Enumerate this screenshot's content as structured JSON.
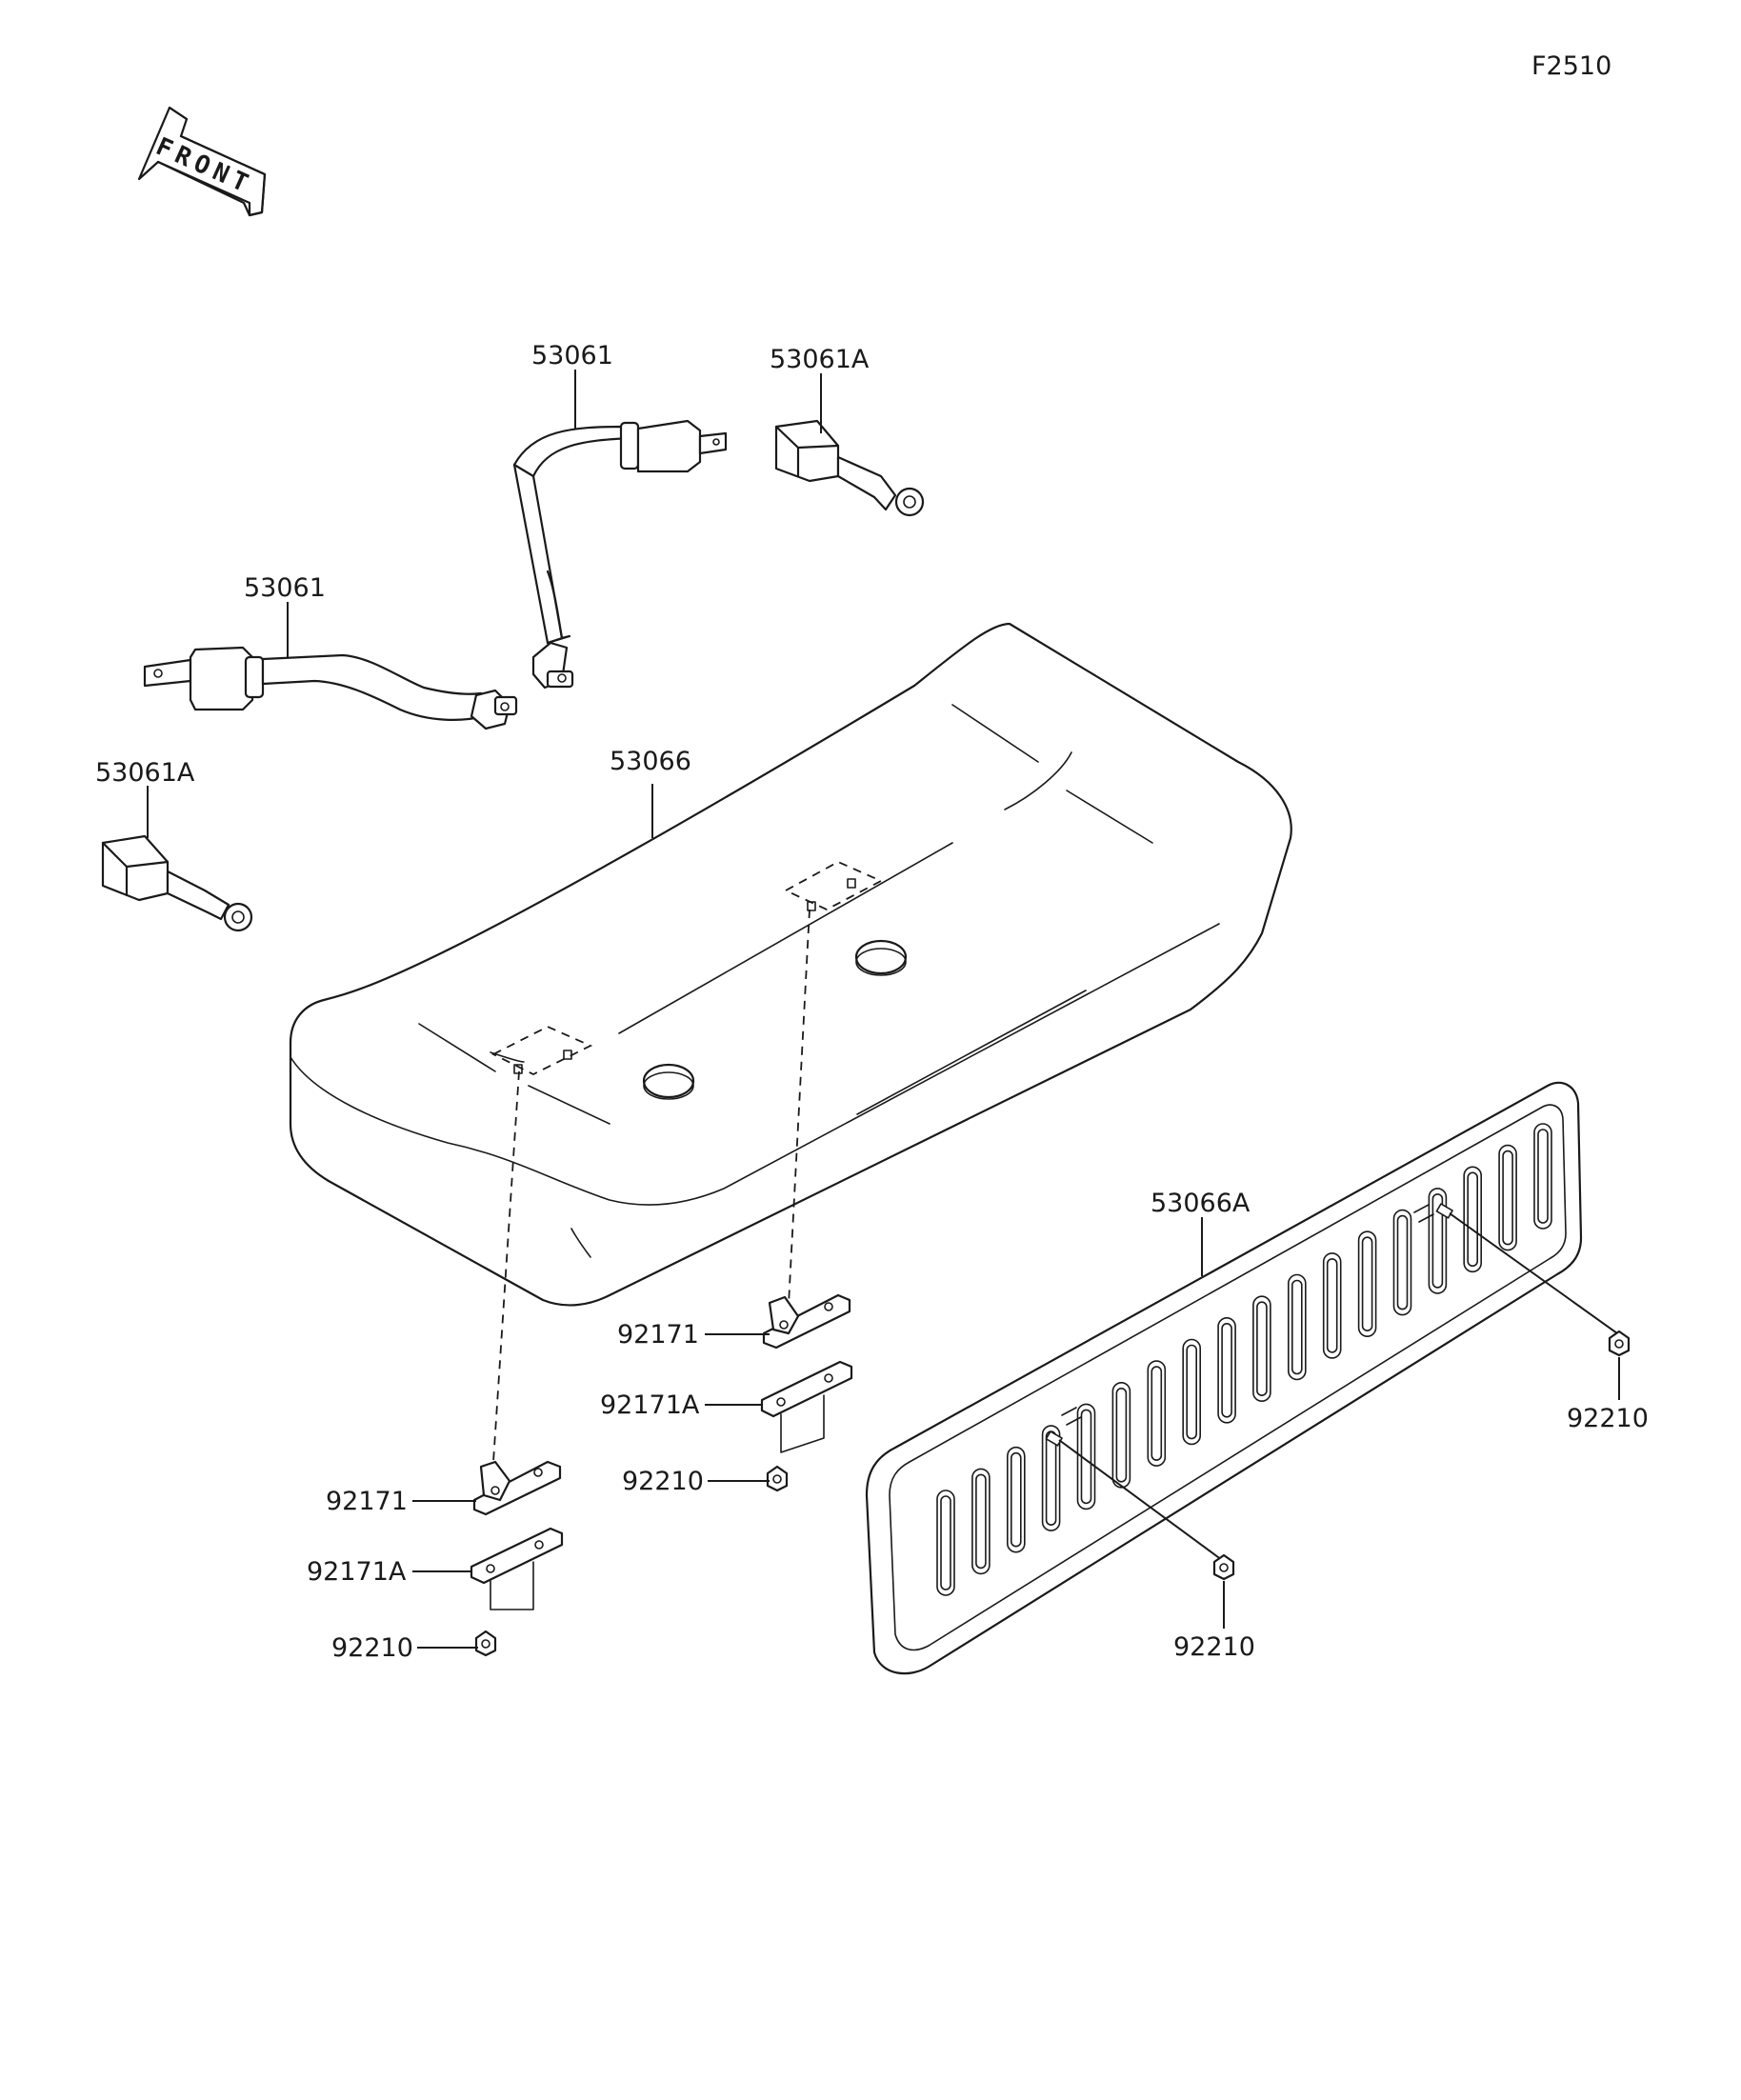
{
  "figure_code": "F2510",
  "front_arrow_text": "FRONT",
  "labels": {
    "belt_upper": "53061",
    "buckle_upper": "53061A",
    "belt_lower": "53061",
    "buckle_lower": "53061A",
    "seat": "53066",
    "panel": "53066A",
    "bracket_a_left": "92171",
    "bracket_b_left": "92171A",
    "nut_left": "92210",
    "bracket_a_right": "92171",
    "bracket_b_right": "92171A",
    "nut_mid": "92210",
    "nut_panel_left": "92210",
    "nut_panel_right": "92210"
  }
}
